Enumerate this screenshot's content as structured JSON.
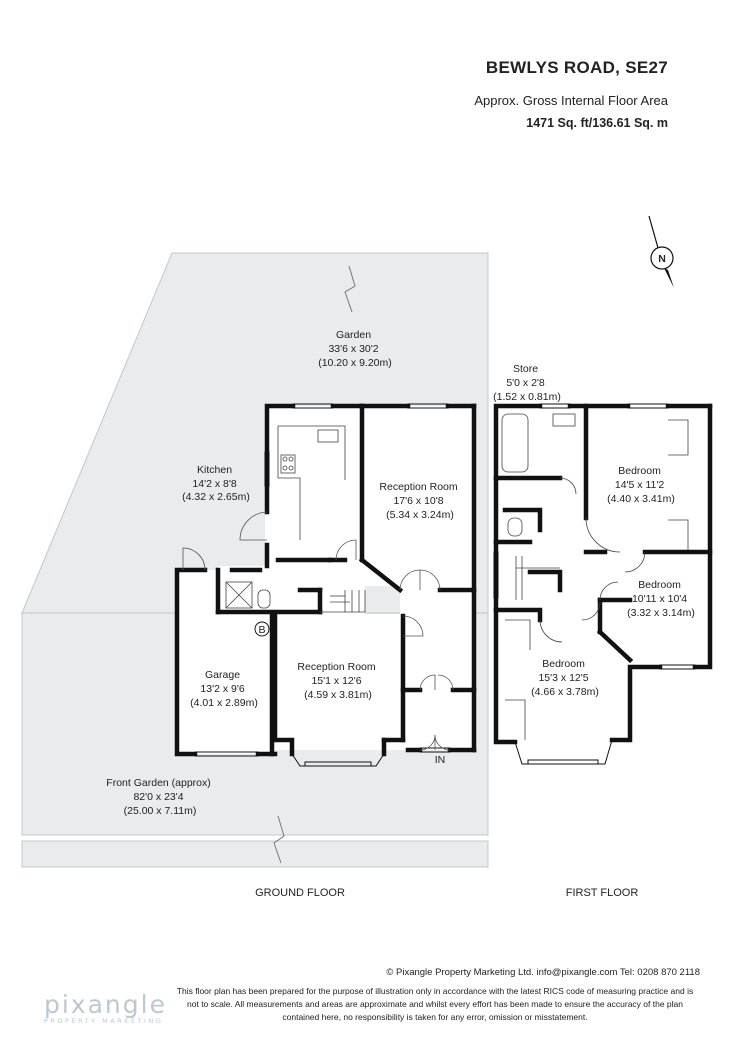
{
  "header": {
    "title": "BEWLYS ROAD, SE27",
    "area_label": "Approx. Gross Internal Floor Area",
    "area_value": "1471 Sq. ft/136.61 Sq. m"
  },
  "compass": {
    "letter": "N"
  },
  "rooms": [
    {
      "id": "garden",
      "lines": [
        "Garden",
        "33'6 x 30'2",
        "(10.20 x 9.20m)"
      ]
    },
    {
      "id": "kitchen",
      "lines": [
        "Kitchen",
        "14'2 x 8'8",
        "(4.32 x 2.65m)"
      ]
    },
    {
      "id": "reception-rear",
      "lines": [
        "Reception Room",
        "17'6 x 10'8",
        "(5.34 x 3.24m)"
      ]
    },
    {
      "id": "garage",
      "lines": [
        "Garage",
        "13'2 x 9'6",
        "(4.01 x 2.89m)"
      ]
    },
    {
      "id": "reception-front",
      "lines": [
        "Reception Room",
        "15'1 x 12'6",
        "(4.59 x 3.81m)"
      ]
    },
    {
      "id": "front-garden",
      "lines": [
        "Front Garden (approx)",
        "82'0 x 23'4",
        "(25.00 x 7.11m)"
      ]
    },
    {
      "id": "store",
      "lines": [
        "Store",
        "5'0 x 2'8",
        "(1.52 x 0.81m)"
      ]
    },
    {
      "id": "bedroom-1",
      "lines": [
        "Bedroom",
        "14'5 x 11'2",
        "(4.40 x 3.41m)"
      ]
    },
    {
      "id": "bedroom-2",
      "lines": [
        "Bedroom",
        "10'11 x 10'4",
        "(3.32 x 3.14m)"
      ]
    },
    {
      "id": "bedroom-3",
      "lines": [
        "Bedroom",
        "15'3 x 12'5",
        "(4.66 x 3.78m)"
      ]
    }
  ],
  "markers": {
    "boiler": "B",
    "entrance": "IN"
  },
  "floors": {
    "ground": "GROUND FLOOR",
    "first": "FIRST FLOOR"
  },
  "footer": {
    "contact": "© Pixangle Property Marketing Ltd. info@pixangle.com Tel: 0208 870 2118",
    "disclaimer": "This floor plan has been prepared for the purpose of illustration only in accordance with the latest RICS code of measuring practice and is not to scale. All measurements and areas are approximate and whilst every effort has been made to ensure the accuracy of the plan contained here, no responsibility is taken for any error, omission or misstatement.",
    "logo": "pixangle",
    "logo_sub": "PROPERTY MARKETING"
  },
  "colors": {
    "wall": "#111111",
    "ground": "#e9ebed",
    "ground_edge": "#c4c7ca"
  }
}
